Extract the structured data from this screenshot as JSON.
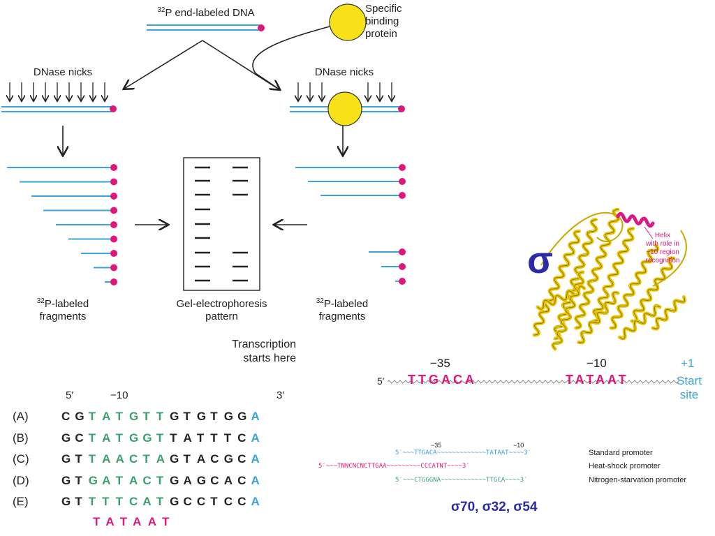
{
  "panel_footprint": {
    "top_label_prefix": "32",
    "top_label": "P end-labeled DNA",
    "protein_label": "Specific\nbinding\nprotein",
    "dnase_left": "DNase nicks",
    "dnase_right": "DNase nicks",
    "fragments_left_prefix": "32",
    "fragments_left": "P-labeled\nfragments",
    "gel_label": "Gel-electrophoresis\npattern",
    "fragments_right_prefix": "32",
    "fragments_right": "P-labeled\nfragments"
  },
  "sequences": {
    "transcription_label": "Transcription\nstarts here",
    "arrow_glyph": "↓",
    "five_prime": "5′",
    "minus_ten": "−10",
    "three_prime": "3′",
    "rows": [
      {
        "label": "(A)",
        "seq": "CGTATGTTGTGTGGA"
      },
      {
        "label": "(B)",
        "seq": "GCTATGGTTATTTCA"
      },
      {
        "label": "(C)",
        "seq": "GTTAACTAGTACGCA"
      },
      {
        "label": "(D)",
        "seq": "GTGATACTGAGCACA"
      },
      {
        "label": "(E)",
        "seq": "GTTTTCATGCCTCCA"
      }
    ],
    "consensus": "TATAAT",
    "colors": {
      "core": "#3aa06e",
      "flank": "#222222",
      "start": "#3aa3d8",
      "consensus": "#e0167a"
    }
  },
  "sigma": {
    "symbol": "σ",
    "helix_label": "Helix\nwith role in\n−10 region\nrecognition",
    "minus35": "−35",
    "minus10": "−10",
    "plus1": "+1",
    "five_prime": "5′",
    "box35": "TTGACA",
    "box10": "TATAAT",
    "start": "Start\nsite",
    "sigma_color": "#2b2ba8",
    "pink": "#e0167a",
    "blue": "#3aa3d8",
    "protein_yellow": "#f2d20a"
  },
  "promoters": {
    "rows": [
      {
        "name": "Standard promoter",
        "left": "5′~~~TTGACA~~~~~~~~~~~~~TATAAT~~~~3′",
        "color": "#3aa3d8",
        "mark35": "−35",
        "mark10": "−10"
      },
      {
        "name": "Heat-shock promoter",
        "left": "5′~~~TNNCNCNCTTGAA~~~~~~~~~CCCATNT~~~~3′",
        "color": "#e0167a"
      },
      {
        "name": "Nitrogen-starvation promoter",
        "left": "5′~~~CTGGGNA~~~~~~~~~~~~TTGCA~~~~3′",
        "color": "#3aa06e"
      }
    ],
    "caption": "σ70, σ32, σ54"
  }
}
